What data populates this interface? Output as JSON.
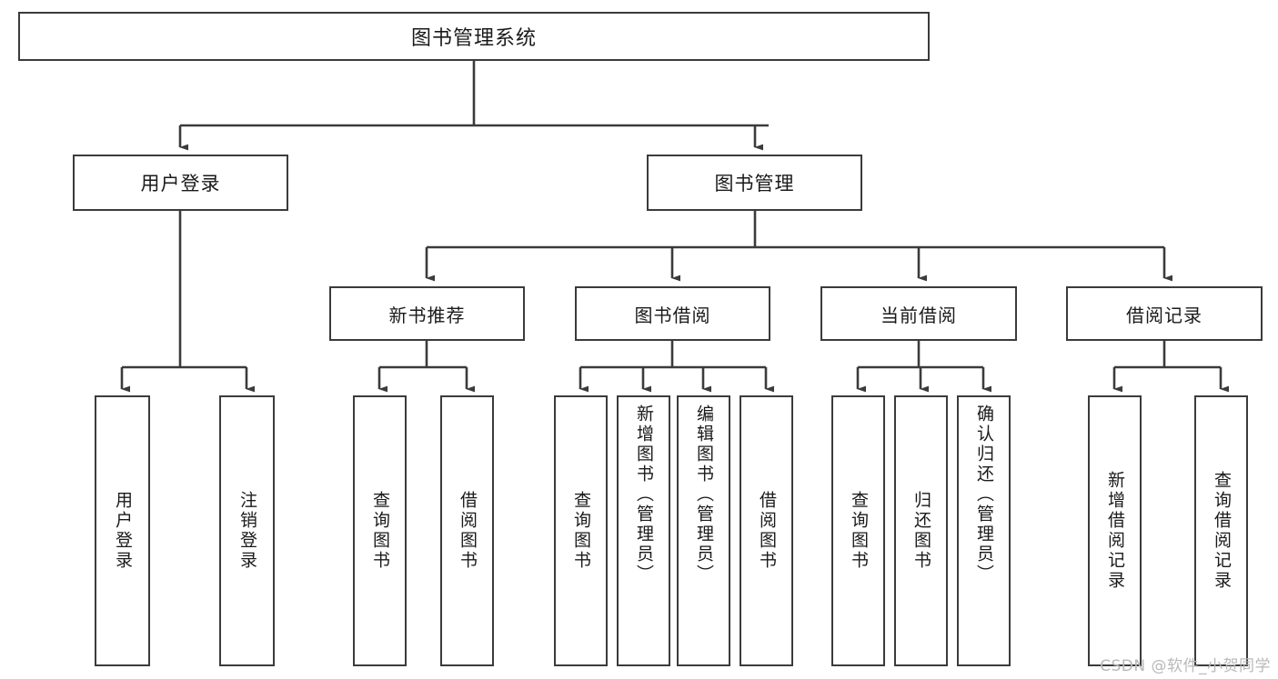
{
  "diagram": {
    "title": "图书管理系统",
    "type": "hierarchy-tree",
    "watermark": "CSDN @软件_小贺同学",
    "colors": {
      "stroke": "#3b3b3b",
      "fill": "#ffffff",
      "text": "#1a1a1a",
      "watermark": "#b9b9b9"
    },
    "nodes": {
      "root": {
        "label": "图书管理系统",
        "level": 1
      },
      "user_login": {
        "label": "用户登录",
        "level": 2
      },
      "book_manage": {
        "label": "图书管理",
        "level": 2
      },
      "new_book_rec": {
        "label": "新书推荐",
        "level": 3
      },
      "book_borrow": {
        "label": "图书借阅",
        "level": 3
      },
      "current_borrow": {
        "label": "当前借阅",
        "level": 3
      },
      "borrow_record": {
        "label": "借阅记录",
        "level": 3
      },
      "leaf_user_login": {
        "label": "用户登录",
        "level": 4
      },
      "leaf_logout": {
        "label": "注销登录",
        "level": 4
      },
      "leaf_query_book_1": {
        "label": "查询图书",
        "level": 4
      },
      "leaf_borrow_book_1": {
        "label": "借阅图书",
        "level": 4
      },
      "leaf_query_book_2": {
        "label": "查询图书",
        "level": 4
      },
      "leaf_add_book": {
        "label": "新增图书（管理员）",
        "level": 4
      },
      "leaf_edit_book": {
        "label": "编辑图书（管理员）",
        "level": 4
      },
      "leaf_borrow_book_2": {
        "label": "借阅图书",
        "level": 4
      },
      "leaf_query_book_3": {
        "label": "查询图书",
        "level": 4
      },
      "leaf_return_book": {
        "label": "归还图书",
        "level": 4
      },
      "leaf_confirm_return": {
        "label": "确认归还（管理员）",
        "level": 4
      },
      "leaf_add_record": {
        "label": "新增借阅记录",
        "level": 4
      },
      "leaf_query_record": {
        "label": "查询借阅记录",
        "level": 4
      }
    }
  }
}
